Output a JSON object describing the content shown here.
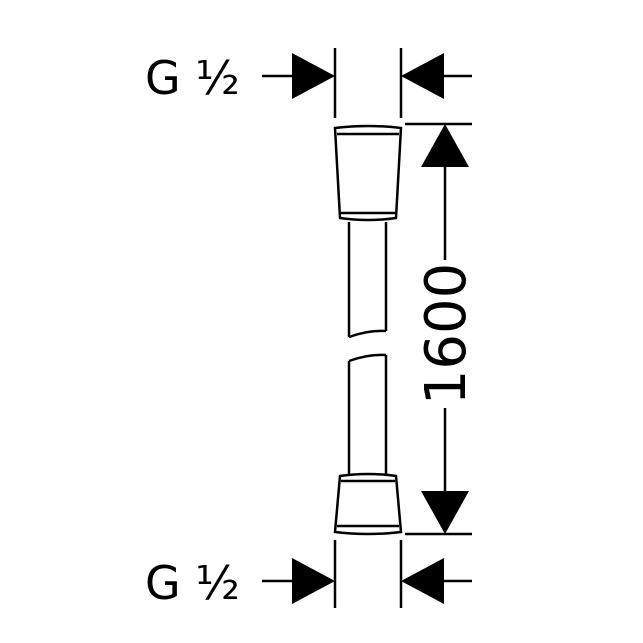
{
  "drawing": {
    "top_thread_label": "G ½",
    "bottom_thread_label": "G ½",
    "length_label": "1600",
    "line_color": "#000000",
    "background_color": "#ffffff"
  }
}
